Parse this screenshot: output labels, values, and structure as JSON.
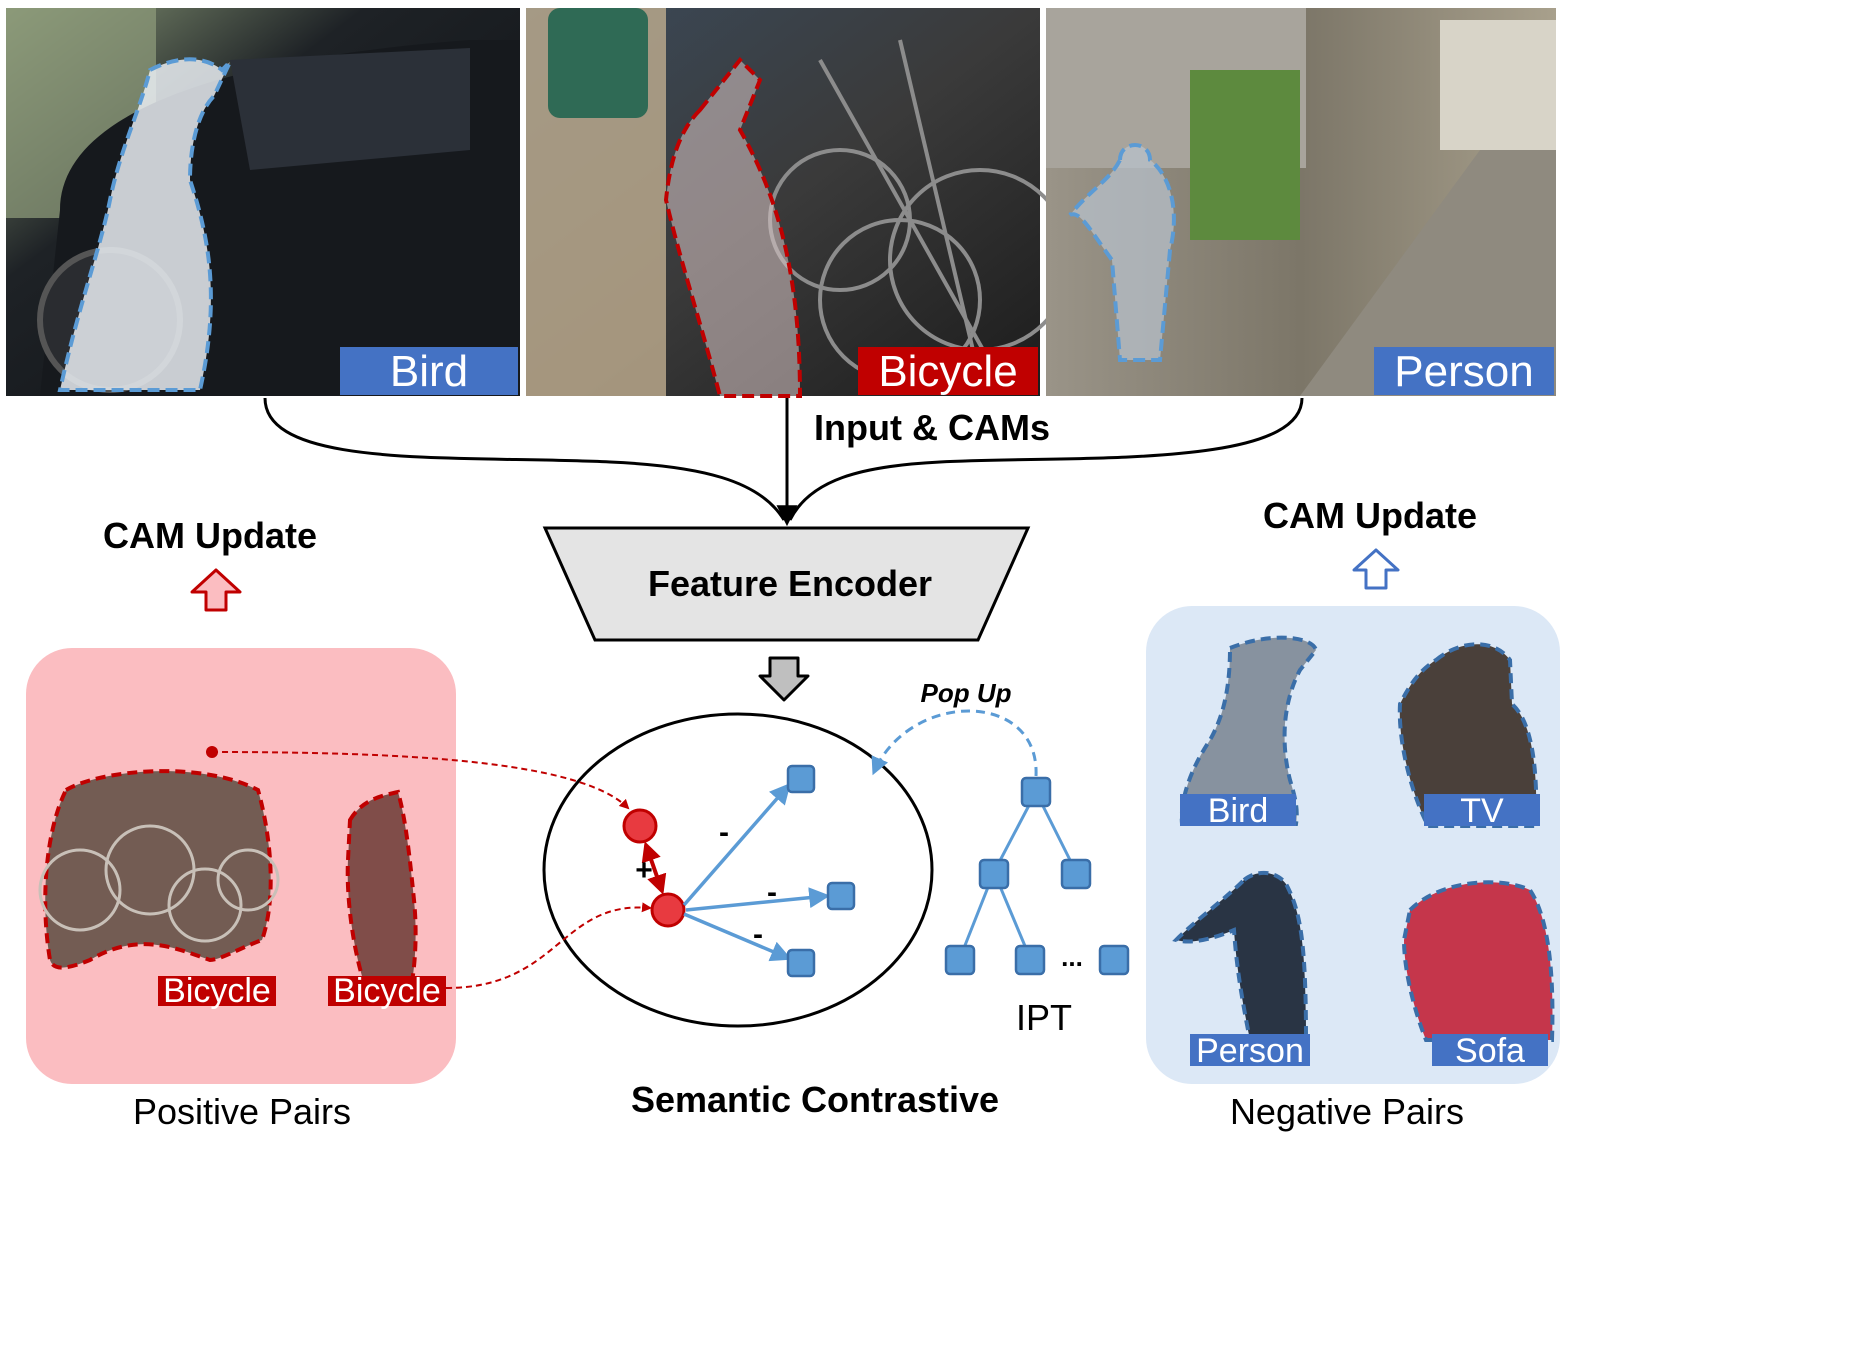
{
  "photos": [
    {
      "label": "Bird",
      "label_color": "#4472C4"
    },
    {
      "label": "Bicycle",
      "label_color": "#C00000"
    },
    {
      "label": "Person",
      "label_color": "#4472C4"
    }
  ],
  "flow": {
    "input_label": "Input & CAMs",
    "encoder_label": "Feature Encoder",
    "contrastive_label": "Semantic Contrastive",
    "pop_up_label": "Pop Up",
    "ipt_label": "IPT",
    "ellipsis": "...",
    "plus_sign": "+",
    "minus_sign": "-"
  },
  "positive": {
    "title": "Positive Pairs",
    "update_label": "CAM Update",
    "labels": [
      "Bicycle",
      "Bicycle"
    ],
    "accent": "#C00000",
    "panel_color": "#FBBDC1"
  },
  "negative": {
    "title": "Negative Pairs",
    "update_label": "CAM Update",
    "labels": [
      "Bird",
      "TV",
      "Person",
      "Sofa"
    ],
    "accent": "#4472C4",
    "panel_color": "#DCE8F6"
  },
  "colors": {
    "node_blue": "#5B9BD5",
    "node_red": "#E83A40",
    "arrow_blue": "#5B9BD5",
    "link_red": "#C00000",
    "encoder_fill": "#E4E4E4"
  }
}
